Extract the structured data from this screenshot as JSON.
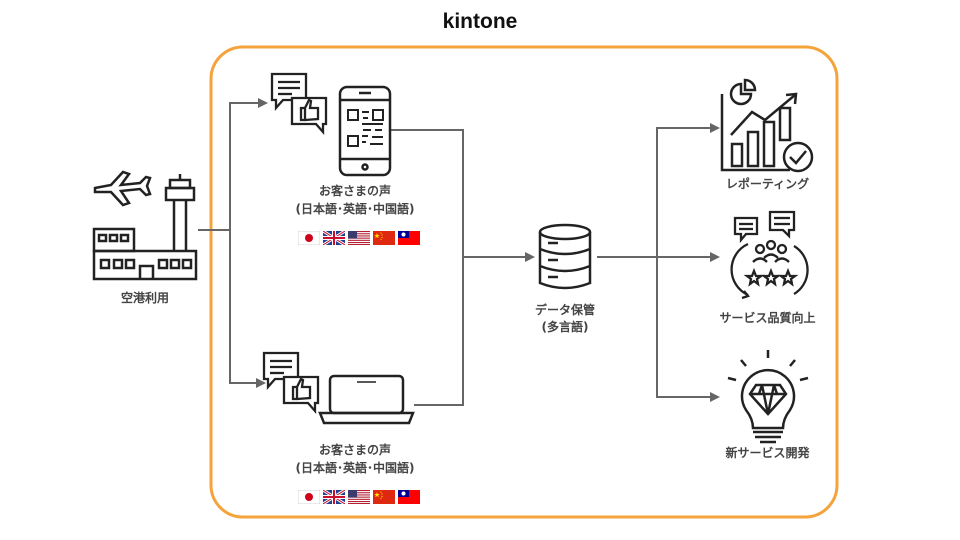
{
  "title": "kintone",
  "frame_color": "#F5A33B",
  "nodes": {
    "airport": {
      "label": "空港利用",
      "icon": "airport-icon"
    },
    "voice_mobile": {
      "label_line1": "お客さまの声",
      "label_line2": "(日本語･英語･中国語)",
      "icon": "smartphone-qr-feedback-icon"
    },
    "voice_laptop": {
      "label_line1": "お客さまの声",
      "label_line2": "(日本語･英語･中国語)",
      "icon": "laptop-feedback-icon"
    },
    "storage": {
      "label_line1": "データ保管",
      "label_line2": "(多言語)",
      "icon": "database-icon"
    },
    "reporting": {
      "label": "レポーティング",
      "icon": "growth-chart-icon"
    },
    "service": {
      "label": "サービス品質向上",
      "icon": "customer-rating-icon"
    },
    "new_service": {
      "label": "新サービス開発",
      "icon": "lightbulb-diamond-icon"
    }
  },
  "flags": [
    "japan-flag-icon",
    "uk-flag-icon",
    "usa-flag-icon",
    "china-flag-icon",
    "taiwan-flag-icon"
  ]
}
